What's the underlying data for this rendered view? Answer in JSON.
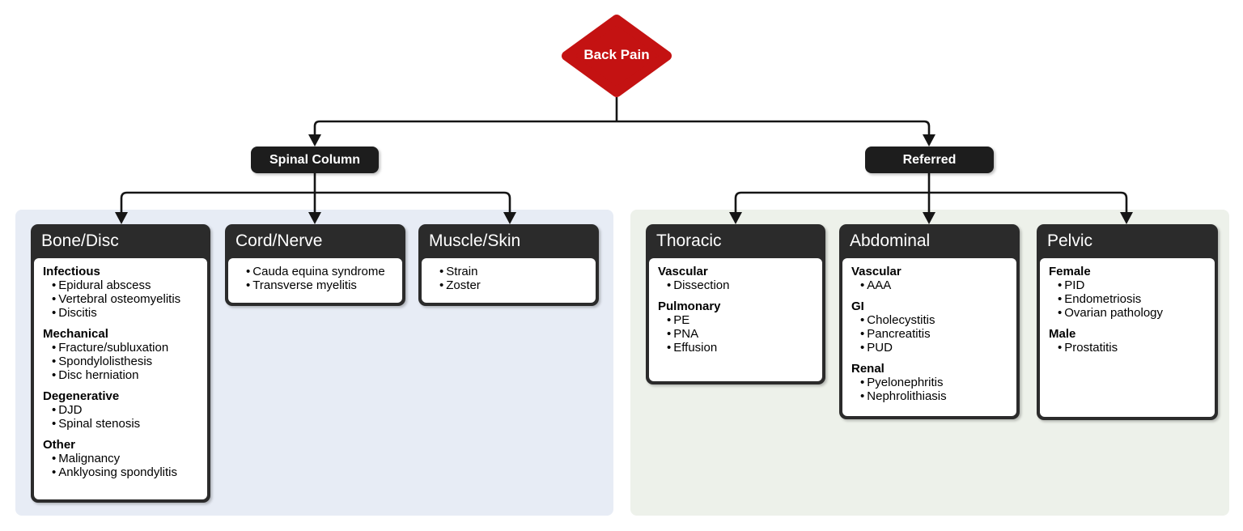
{
  "diagram": {
    "root": {
      "label": "Back Pain"
    },
    "colors": {
      "root_fill": "#c41212",
      "node_fill": "#1d1d1d",
      "card_frame": "#2b2b2b",
      "left_panel": "#e7ecf5",
      "right_panel": "#edf1ea",
      "line": "#151515"
    },
    "branches": [
      {
        "label": "Spinal Column",
        "cards": [
          {
            "title": "Bone/Disc",
            "sections": [
              {
                "heading": "Infectious",
                "items": [
                  "Epidural abscess",
                  "Vertebral osteomyelitis",
                  "Discitis"
                ]
              },
              {
                "heading": "Mechanical",
                "items": [
                  "Fracture/subluxation",
                  "Spondylolisthesis",
                  "Disc herniation"
                ]
              },
              {
                "heading": "Degenerative",
                "items": [
                  "DJD",
                  "Spinal stenosis"
                ]
              },
              {
                "heading": "Other",
                "items": [
                  "Malignancy",
                  "Anklyosing spondylitis"
                ]
              }
            ]
          },
          {
            "title": "Cord/Nerve",
            "sections": [
              {
                "heading": "",
                "items": [
                  "Cauda equina syndrome",
                  "Transverse myelitis"
                ]
              }
            ]
          },
          {
            "title": "Muscle/Skin",
            "sections": [
              {
                "heading": "",
                "items": [
                  "Strain",
                  "Zoster"
                ]
              }
            ]
          }
        ]
      },
      {
        "label": "Referred",
        "cards": [
          {
            "title": "Thoracic",
            "sections": [
              {
                "heading": "Vascular",
                "items": [
                  "Dissection"
                ]
              },
              {
                "heading": "Pulmonary",
                "items": [
                  "PE",
                  "PNA",
                  "Effusion"
                ]
              }
            ]
          },
          {
            "title": "Abdominal",
            "sections": [
              {
                "heading": "Vascular",
                "items": [
                  "AAA"
                ]
              },
              {
                "heading": "GI",
                "items": [
                  "Cholecystitis",
                  "Pancreatitis",
                  "PUD"
                ]
              },
              {
                "heading": "Renal",
                "items": [
                  "Pyelonephritis",
                  "Nephrolithiasis"
                ]
              }
            ]
          },
          {
            "title": "Pelvic",
            "sections": [
              {
                "heading": "Female",
                "items": [
                  "PID",
                  "Endometriosis",
                  "Ovarian pathology"
                ]
              },
              {
                "heading": "Male",
                "items": [
                  "Prostatitis"
                ]
              }
            ]
          }
        ]
      }
    ]
  }
}
